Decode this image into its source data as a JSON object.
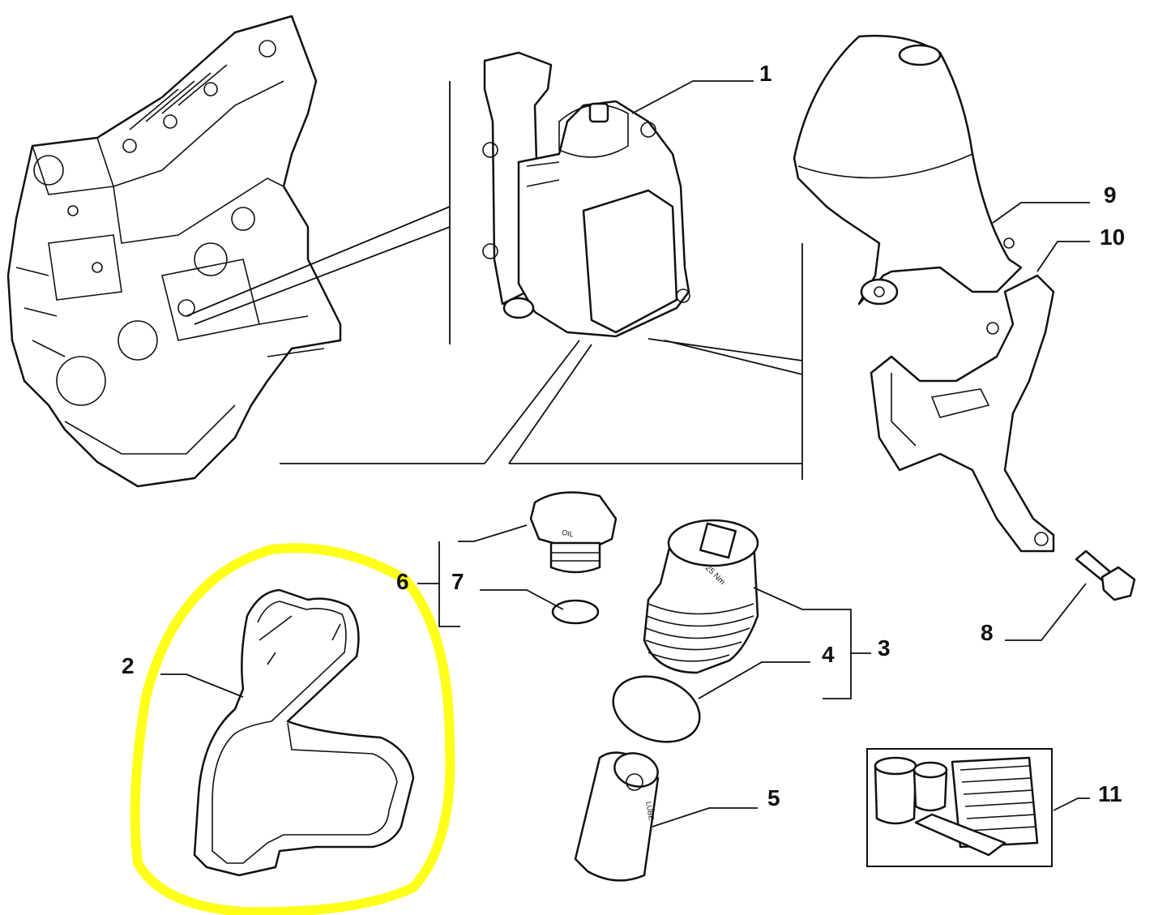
{
  "diagram": {
    "callouts": [
      {
        "id": "1",
        "text": "1"
      },
      {
        "id": "2",
        "text": "2"
      },
      {
        "id": "3",
        "text": "3"
      },
      {
        "id": "4",
        "text": "4"
      },
      {
        "id": "5",
        "text": "5"
      },
      {
        "id": "6",
        "text": "6"
      },
      {
        "id": "7",
        "text": "7"
      },
      {
        "id": "8",
        "text": "8"
      },
      {
        "id": "9",
        "text": "9"
      },
      {
        "id": "10",
        "text": "10"
      },
      {
        "id": "11",
        "text": "11"
      }
    ],
    "part_texts": {
      "cap_text": "OIL",
      "filter_cap_text": "25 Nm",
      "cartridge_text": "LUBE"
    },
    "colors": {
      "highlight": "#ffff1a",
      "line": "#111111",
      "background": "#ffffff"
    }
  }
}
